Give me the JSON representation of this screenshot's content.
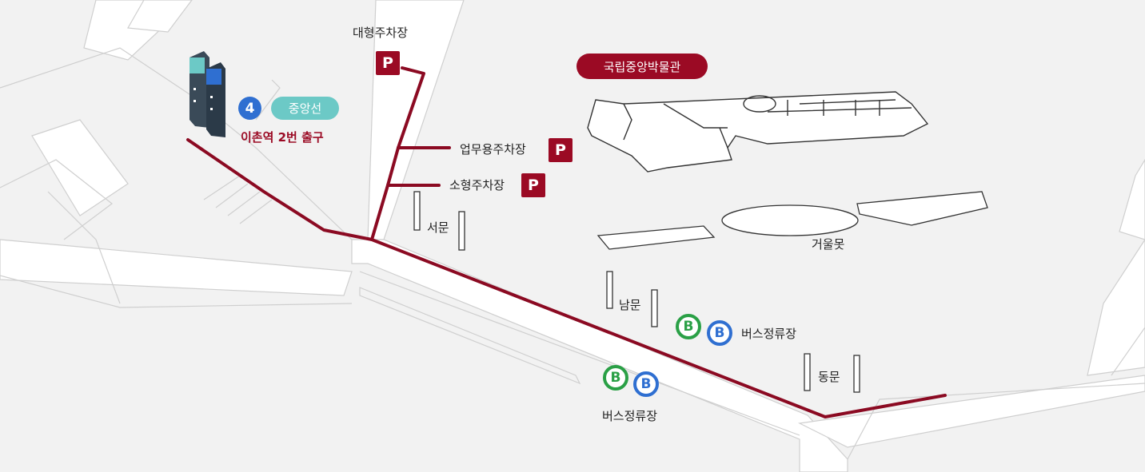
{
  "map": {
    "museum": {
      "name": "국립중앙박물관"
    },
    "subway": {
      "line_number": "4",
      "line_name": "중앙선",
      "exit_label": "이촌역 2번 출구",
      "colors": {
        "line4": "#2f6fd1",
        "jungang": "#6cc9c6"
      }
    },
    "parking": {
      "icon_text": "P",
      "large": "대형주차장",
      "business": "업무용주차장",
      "small": "소형주차장"
    },
    "gates": {
      "west": "서문",
      "south": "남문",
      "east": "동문"
    },
    "pond": "거울못",
    "bus_stops": {
      "icon_text": "B",
      "label_east": "버스정류장",
      "label_south": "버스정류장"
    },
    "colors": {
      "route": "#8b0a22",
      "accent": "#9b0a24",
      "bus_green": "#2aa046",
      "bus_blue": "#2f6fd1"
    }
  }
}
